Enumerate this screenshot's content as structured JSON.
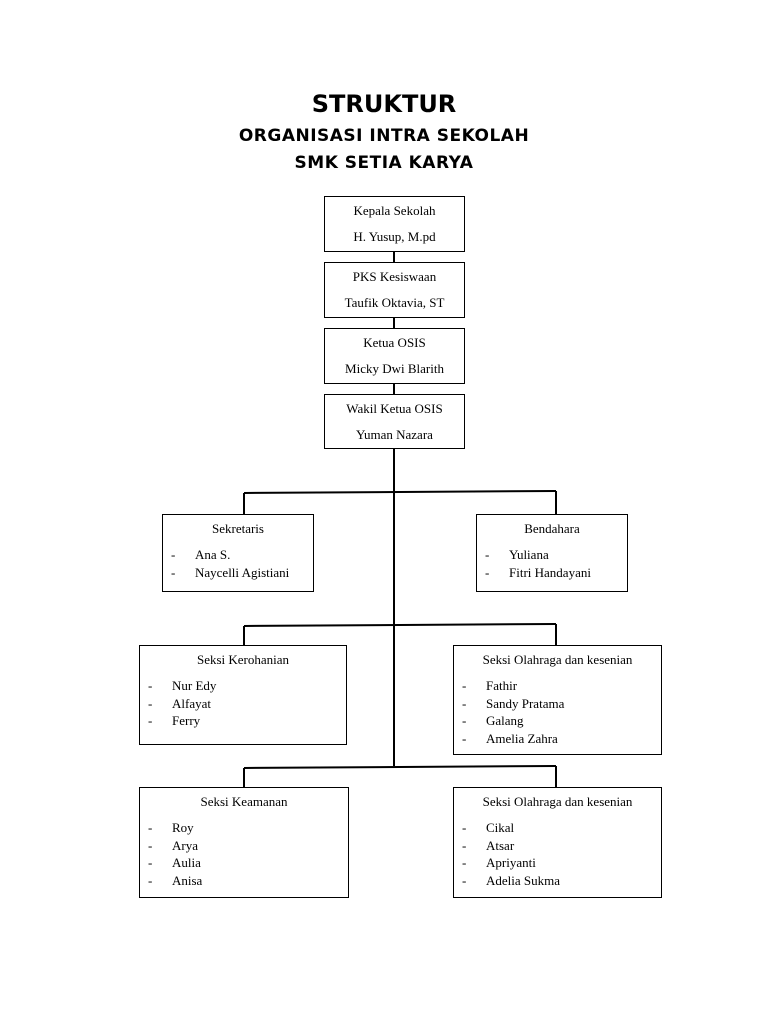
{
  "title": {
    "line1": "STRUKTUR",
    "line2": "ORGANISASI INTRA SEKOLAH",
    "line3": "SMK SETIA KARYA"
  },
  "chain": [
    {
      "role": "Kepala Sekolah",
      "name": "H. Yusup, M.pd"
    },
    {
      "role": "PKS Kesiswaan",
      "name": "Taufik Oktavia, ST"
    },
    {
      "role": "Ketua OSIS",
      "name": "Micky Dwi Blarith"
    },
    {
      "role": "Wakil Ketua OSIS",
      "name": "Yuman Nazara"
    }
  ],
  "sections": {
    "sekretaris": {
      "role": "Sekretaris",
      "members": [
        "Ana S.",
        "Naycelli Agistiani"
      ]
    },
    "bendahara": {
      "role": "Bendahara",
      "members": [
        "Yuliana",
        "Fitri Handayani"
      ]
    },
    "kerohanian": {
      "role": "Seksi Kerohanian",
      "members": [
        "Nur Edy",
        "Alfayat",
        "Ferry"
      ]
    },
    "olahraga1": {
      "role": "Seksi Olahraga dan kesenian",
      "members": [
        "Fathir",
        "Sandy Pratama",
        "Galang",
        "Amelia Zahra"
      ]
    },
    "keamanan": {
      "role": "Seksi Keamanan",
      "members": [
        "Roy",
        "Arya",
        "Aulia",
        "Anisa"
      ]
    },
    "olahraga2": {
      "role": "Seksi Olahraga dan kesenian",
      "members": [
        "Cikal",
        "Atsar",
        "Apriyanti",
        "Adelia Sukma"
      ]
    }
  },
  "dash": "-"
}
